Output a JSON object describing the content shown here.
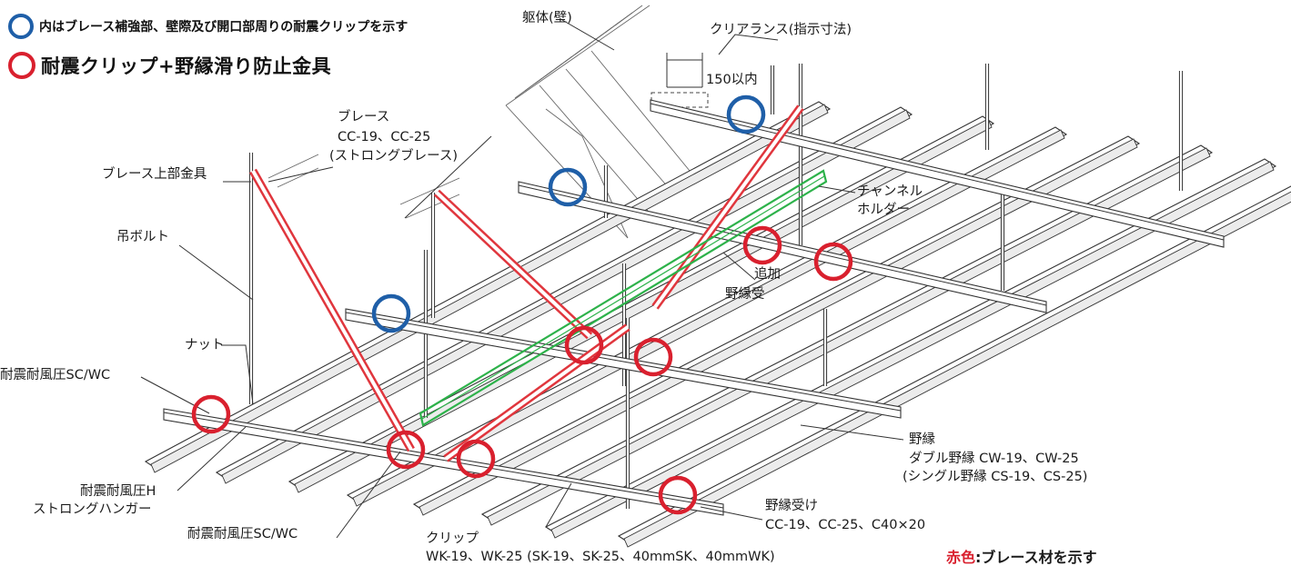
{
  "colors": {
    "blue_ring": "#1f5fa8",
    "red_ring": "#d9202e",
    "brace": "#e0363d",
    "channel": "#2db24a",
    "note_red": "#d9202e"
  },
  "legend": {
    "blue_text": "内はブレース補強部、壁際及び開口部周りの耐震クリップを示す",
    "red_text": "耐震クリップ+野縁滑り防止金具"
  },
  "labels": {
    "wall": "躯体(壁)",
    "clearance": "クリアランス(指示寸法)",
    "dim_150": "150以内",
    "brace_title": "ブレース",
    "brace_models": "CC-19、CC-25",
    "brace_strong": "(ストロングブレース)",
    "brace_top_fitting": "ブレース上部金具",
    "hanger_bolt": "吊ボルト",
    "nut": "ナット",
    "seismic_scwc_left": "耐震耐風圧SC/WC",
    "channel_holder_1": "チャンネル",
    "channel_holder_2": "ホルダー",
    "added_1": "追加",
    "added_2": "野縁受",
    "nobuchi_title": "野縁",
    "nobuchi_double": "ダブル野縁 CW-19、CW-25",
    "nobuchi_single": "(シングル野縁 CS-19、CS-25)",
    "hanger_h_1": "耐震耐風圧H",
    "hanger_h_2": "ストロングハンガー",
    "seismic_scwc_bottom": "耐震耐風圧SC/WC",
    "clip_title": "クリップ",
    "clip_models": "WK-19、WK-25 (SK-19、SK-25、40mmSK、40mmWK)",
    "runner_title": "野縁受け",
    "runner_models": "CC-19、CC-25、C40×20",
    "note_red_word": "赤色",
    "note_rest": ":ブレース材を示す"
  }
}
